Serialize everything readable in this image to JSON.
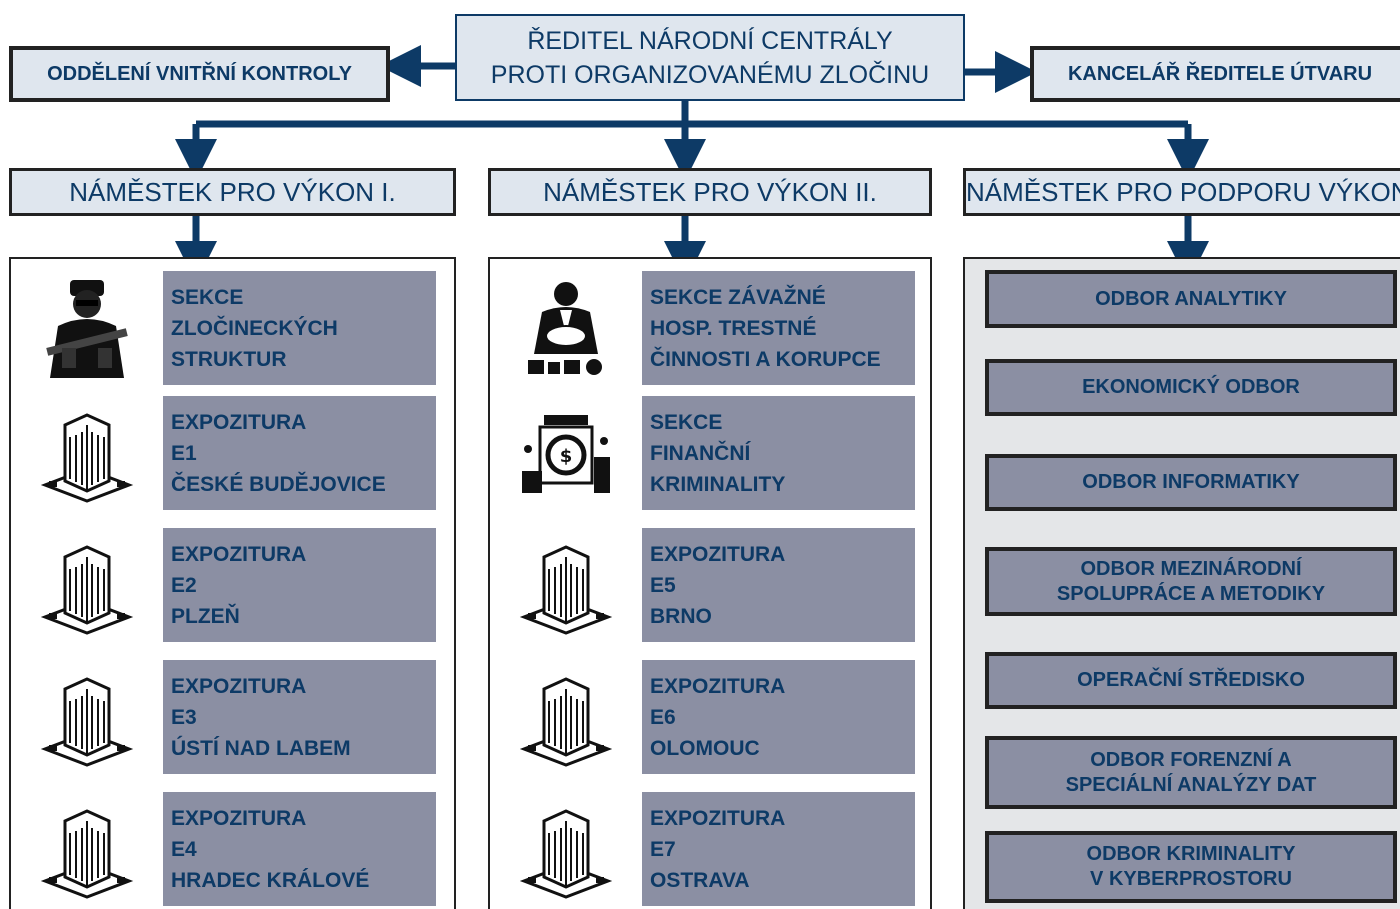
{
  "director": {
    "line1": "ŘEDITEL NÁRODNÍ CENTRÁLY",
    "line2": "PROTI ORGANIZOVANÉMU ZLOČINU"
  },
  "left_office": "ODDĚLENÍ VNITŘNÍ KONTROLY",
  "right_office": "KANCELÁŘ ŘEDITELE ÚTVARU",
  "deputies": [
    "NÁMĚSTEK PRO VÝKON I.",
    "NÁMĚSTEK PRO VÝKON II.",
    "NÁMĚSTEK PRO PODPORU VÝKONU"
  ],
  "column1": [
    {
      "icon": "mobster-icon",
      "lines": [
        "SEKCE",
        "ZLOČINECKÝCH",
        "STRUKTUR"
      ]
    },
    {
      "icon": "building-icon",
      "lines": [
        "EXPOZITURA",
        "E1",
        "ČESKÉ BUDĚJOVICE"
      ]
    },
    {
      "icon": "building-icon",
      "lines": [
        "EXPOZITURA",
        "E2",
        "PLZEŇ"
      ]
    },
    {
      "icon": "building-icon",
      "lines": [
        "EXPOZITURA",
        "E3",
        "ÚSTÍ NAD LABEM"
      ]
    },
    {
      "icon": "building-icon",
      "lines": [
        "EXPOZITURA",
        "E4",
        "HRADEC KRÁLOVÉ"
      ]
    }
  ],
  "column2": [
    {
      "icon": "businessman-money-icon",
      "lines": [
        "SEKCE ZÁVAŽNÉ",
        "HOSP. TRESTNÉ",
        "ČINNOSTI A KORUPCE"
      ]
    },
    {
      "icon": "money-laundering-icon",
      "lines": [
        "SEKCE",
        "FINANČNÍ",
        "KRIMINALITY"
      ]
    },
    {
      "icon": "building-icon",
      "lines": [
        "EXPOZITURA",
        "E5",
        "BRNO"
      ]
    },
    {
      "icon": "building-icon",
      "lines": [
        "EXPOZITURA",
        "E6",
        "OLOMOUC"
      ]
    },
    {
      "icon": "building-icon",
      "lines": [
        "EXPOZITURA",
        "E7",
        "OSTRAVA"
      ]
    }
  ],
  "column3": [
    {
      "lines": [
        "ODBOR ANALYTIKY"
      ]
    },
    {
      "lines": [
        "EKONOMICKÝ ODBOR"
      ]
    },
    {
      "lines": [
        "ODBOR INFORMATIKY"
      ]
    },
    {
      "lines": [
        "ODBOR MEZINÁRODNÍ",
        "SPOLUPRÁCE A METODIKY"
      ]
    },
    {
      "lines": [
        "OPERAČNÍ STŘEDISKO"
      ]
    },
    {
      "lines": [
        "ODBOR FORENZNÍ A",
        "SPECIÁLNÍ ANALÝZY DAT"
      ]
    },
    {
      "lines": [
        "ODBOR KRIMINALITY",
        "V KYBERPROSTORU"
      ]
    }
  ]
}
